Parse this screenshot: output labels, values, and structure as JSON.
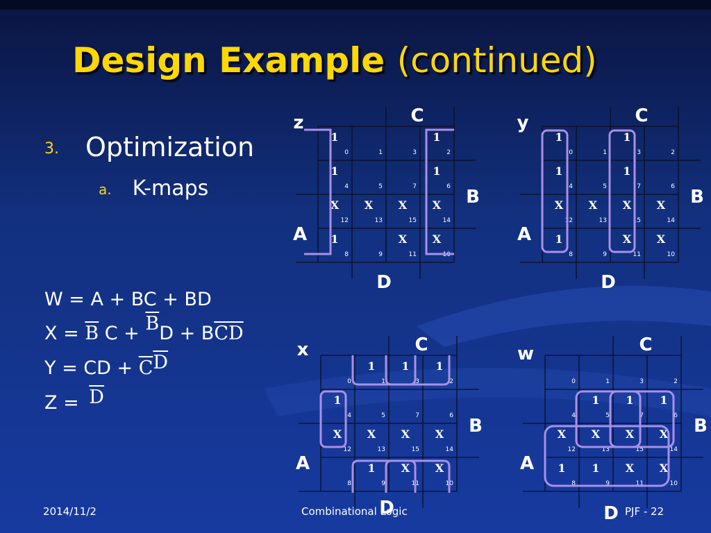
{
  "slide": {
    "title_bold": "Design Example",
    "title_rest": "(continued)",
    "bullet_number": "3.",
    "bullet_text": "Optimization",
    "sub_number": "a.",
    "sub_text": "K-maps",
    "equations": {
      "w": "W = A + BC + BD",
      "x_prefix": "X = ",
      "x_b": "B",
      "x_c": " C + ",
      "x_b2": "B",
      "x_d": "D + B",
      "x_cbar": "C",
      "x_dbar": "D",
      "y_prefix": "Y = CD + ",
      "y_c": "C",
      "y_d": "D",
      "z_prefix": "Z = ",
      "z_d": "D"
    },
    "footer": {
      "date": "2014/11/2",
      "center": "Combinational Logic",
      "page": "PJF - 22"
    }
  },
  "kmaps": [
    {
      "id": "z",
      "output": "z",
      "var_top": "C",
      "var_right": "B",
      "var_left": "A",
      "var_bottom": "D",
      "cells": [
        [
          {
            "v": "1",
            "i": "0"
          },
          {
            "v": "",
            "i": "1"
          },
          {
            "v": "",
            "i": "3"
          },
          {
            "v": "1",
            "i": "2"
          }
        ],
        [
          {
            "v": "1",
            "i": "4"
          },
          {
            "v": "",
            "i": "5"
          },
          {
            "v": "",
            "i": "7"
          },
          {
            "v": "1",
            "i": "6"
          }
        ],
        [
          {
            "v": "X",
            "i": "12"
          },
          {
            "v": "X",
            "i": "13"
          },
          {
            "v": "X",
            "i": "15"
          },
          {
            "v": "X",
            "i": "14"
          }
        ],
        [
          {
            "v": "1",
            "i": "8"
          },
          {
            "v": "",
            "i": "9"
          },
          {
            "v": "X",
            "i": "11"
          },
          {
            "v": "X",
            "i": "10"
          }
        ]
      ]
    },
    {
      "id": "y",
      "output": "y",
      "var_top": "C",
      "var_right": "B",
      "var_left": "A",
      "var_bottom": "D",
      "cells": [
        [
          {
            "v": "1",
            "i": "0"
          },
          {
            "v": "",
            "i": "1"
          },
          {
            "v": "1",
            "i": "3"
          },
          {
            "v": "",
            "i": "2"
          }
        ],
        [
          {
            "v": "1",
            "i": "4"
          },
          {
            "v": "",
            "i": "5"
          },
          {
            "v": "1",
            "i": "7"
          },
          {
            "v": "",
            "i": "6"
          }
        ],
        [
          {
            "v": "X",
            "i": "12"
          },
          {
            "v": "X",
            "i": "13"
          },
          {
            "v": "X",
            "i": "15"
          },
          {
            "v": "X",
            "i": "14"
          }
        ],
        [
          {
            "v": "1",
            "i": "8"
          },
          {
            "v": "",
            "i": "9"
          },
          {
            "v": "X",
            "i": "11"
          },
          {
            "v": "X",
            "i": "10"
          }
        ]
      ]
    },
    {
      "id": "x",
      "output": "x",
      "var_top": "C",
      "var_right": "B",
      "var_left": "A",
      "var_bottom": "D",
      "cells": [
        [
          {
            "v": "",
            "i": "0"
          },
          {
            "v": "1",
            "i": "1"
          },
          {
            "v": "1",
            "i": "3"
          },
          {
            "v": "1",
            "i": "2"
          }
        ],
        [
          {
            "v": "1",
            "i": "4"
          },
          {
            "v": "",
            "i": "5"
          },
          {
            "v": "",
            "i": "7"
          },
          {
            "v": "",
            "i": "6"
          }
        ],
        [
          {
            "v": "X",
            "i": "12"
          },
          {
            "v": "X",
            "i": "13"
          },
          {
            "v": "X",
            "i": "15"
          },
          {
            "v": "X",
            "i": "14"
          }
        ],
        [
          {
            "v": "",
            "i": "8"
          },
          {
            "v": "1",
            "i": "9"
          },
          {
            "v": "X",
            "i": "11"
          },
          {
            "v": "X",
            "i": "10"
          }
        ]
      ]
    },
    {
      "id": "w",
      "output": "w",
      "var_top": "C",
      "var_right": "B",
      "var_left": "A",
      "var_bottom": "D",
      "cells": [
        [
          {
            "v": "",
            "i": "0"
          },
          {
            "v": "",
            "i": "1"
          },
          {
            "v": "",
            "i": "3"
          },
          {
            "v": "",
            "i": "2"
          }
        ],
        [
          {
            "v": "",
            "i": "4"
          },
          {
            "v": "1",
            "i": "5"
          },
          {
            "v": "1",
            "i": "7"
          },
          {
            "v": "1",
            "i": "6"
          }
        ],
        [
          {
            "v": "X",
            "i": "12"
          },
          {
            "v": "X",
            "i": "13"
          },
          {
            "v": "X",
            "i": "15"
          },
          {
            "v": "X",
            "i": "14"
          }
        ],
        [
          {
            "v": "1",
            "i": "8"
          },
          {
            "v": "1",
            "i": "9"
          },
          {
            "v": "X",
            "i": "11"
          },
          {
            "v": "X",
            "i": "10"
          }
        ]
      ]
    }
  ],
  "colors": {
    "title": "#ffd800",
    "loop": "#a890e8",
    "background": "#173aa0"
  }
}
